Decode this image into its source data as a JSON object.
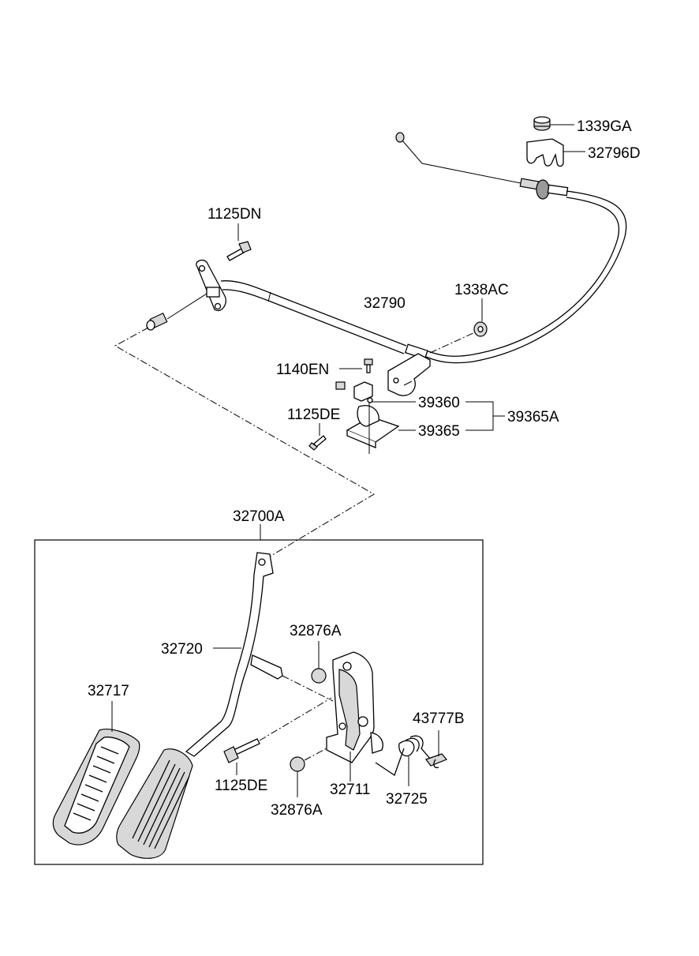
{
  "labels": {
    "p1339GA": "1339GA",
    "p32796D": "32796D",
    "p1125DN": "1125DN",
    "p32790": "32790",
    "p1338AC": "1338AC",
    "p1140EN": "1140EN",
    "p39360": "39360",
    "p39365A": "39365A",
    "p1125DE_top": "1125DE",
    "p39365": "39365",
    "p32700A": "32700A",
    "p32876A_top": "32876A",
    "p32720": "32720",
    "p32717": "32717",
    "p43777B": "43777B",
    "p1125DE_bottom": "1125DE",
    "p32711": "32711",
    "p32725": "32725",
    "p32876A_bottom": "32876A"
  }
}
